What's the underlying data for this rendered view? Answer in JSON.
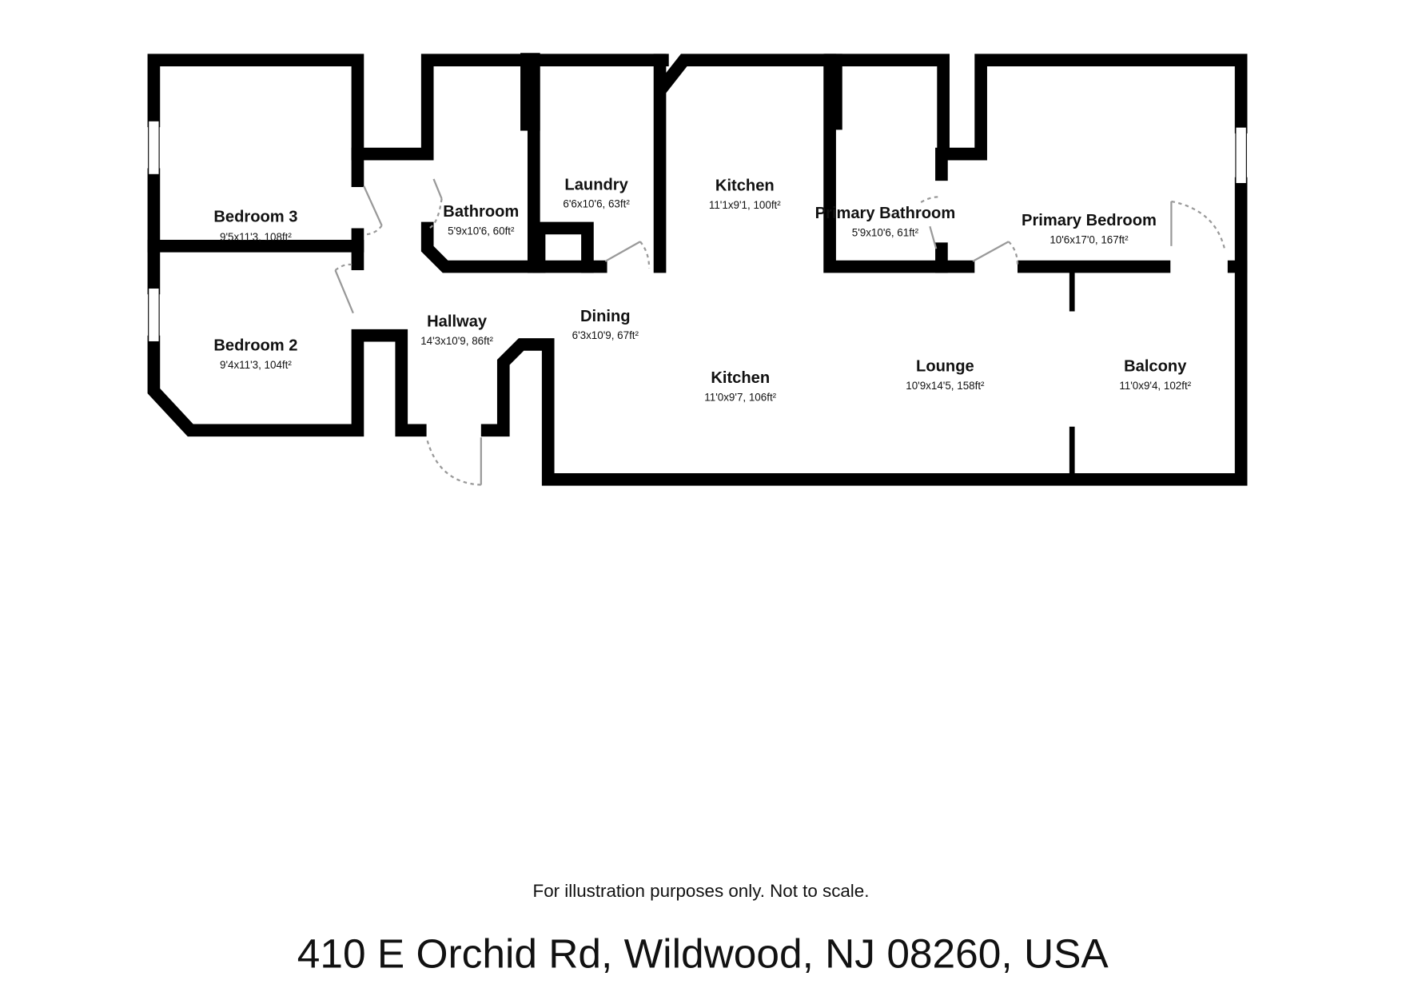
{
  "rooms": [
    {
      "name": "Bedroom 3",
      "dims": "9'5x11'3, 108ft²"
    },
    {
      "name": "Bedroom 2",
      "dims": "9'4x11'3, 104ft²"
    },
    {
      "name": "Bathroom",
      "dims": "5'9x10'6, 60ft²"
    },
    {
      "name": "Laundry",
      "dims": "6'6x10'6, 63ft²"
    },
    {
      "name": "Hallway",
      "dims": "14'3x10'9, 86ft²"
    },
    {
      "name": "Dining",
      "dims": "6'3x10'9, 67ft²"
    },
    {
      "name": "Kitchen",
      "dims": "11'1x9'1, 100ft²"
    },
    {
      "name": "Kitchen",
      "dims": "11'0x9'7, 106ft²"
    },
    {
      "name": "Primary Bathroom",
      "dims": "5'9x10'6, 61ft²"
    },
    {
      "name": "Primary Bedroom",
      "dims": "10'6x17'0, 167ft²"
    },
    {
      "name": "Lounge",
      "dims": "10'9x14'5, 158ft²"
    },
    {
      "name": "Balcony",
      "dims": "11'0x9'4, 102ft²"
    }
  ],
  "footer": {
    "disclaimer": "For illustration purposes only. Not to scale.",
    "address": "410 E Orchid Rd, Wildwood, NJ 08260, USA"
  },
  "colors": {
    "wall": "#000000",
    "door": "#999999",
    "background": "#ffffff"
  }
}
